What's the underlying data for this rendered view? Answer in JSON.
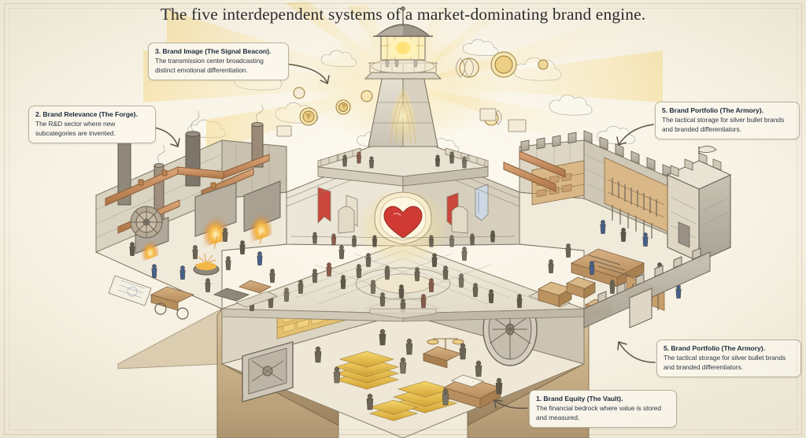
{
  "page": {
    "title": "The five interdependent systems of a market-dominating brand engine.",
    "background_color": "#f8f3e6",
    "ink_color": "#5b5347",
    "accent_gold": "#e8b84b",
    "accent_heart_red": "#cf3b34",
    "label_title_color": "#1d2a3a"
  },
  "callouts": [
    {
      "id": "brand-image-beacon",
      "number": "3",
      "title": "3. Brand Image (The Signal Beacon).",
      "description": "The transmission center broadcasting distinct emotional differentiation.",
      "points_to": "lighthouse-beacon"
    },
    {
      "id": "brand-relevance-forge",
      "number": "2",
      "title": "2. Brand Relevance (The Forge).",
      "description": "The R&D sector where new subcategories are invented.",
      "points_to": "foundry-left"
    },
    {
      "id": "brand-portfolio-armory-top",
      "number": "5",
      "title": "5. Brand Portfolio (The Armory).",
      "description": "The tactical storage for silver bullet brands and branded differentiators.",
      "points_to": "castle-armory"
    },
    {
      "id": "brand-portfolio-armory-bottom",
      "number": "5",
      "title": "5. Brand Portfolio (The Armory).",
      "description": "The tactical storage for silver bullet brands and branded differentiators.",
      "points_to": "armory-crates"
    },
    {
      "id": "brand-equity-vault",
      "number": "1",
      "title": "1. Brand Equity (The Vault).",
      "description": "The financial bedrock where value is stored and measured.",
      "points_to": "underground-vault"
    }
  ],
  "scene": {
    "style": "isometric cutaway pen-and-ink watercolor illustration",
    "elements": [
      {
        "name": "lighthouse-beacon",
        "label": "Signal Beacon lighthouse emitting golden light rays"
      },
      {
        "name": "foundry-left",
        "label": "Forge foundry with furnaces, chimneys and copper pipework"
      },
      {
        "name": "castle-armory",
        "label": "Castle armory with weapon racks and supply crates"
      },
      {
        "name": "underground-vault",
        "label": "Underground vault with gold bars and vault doors"
      },
      {
        "name": "central-plaza",
        "label": "Central plaza crowd around the glowing heart"
      },
      {
        "name": "heart-emblem",
        "label": "Red heart emblem inside a glowing arch"
      }
    ]
  }
}
